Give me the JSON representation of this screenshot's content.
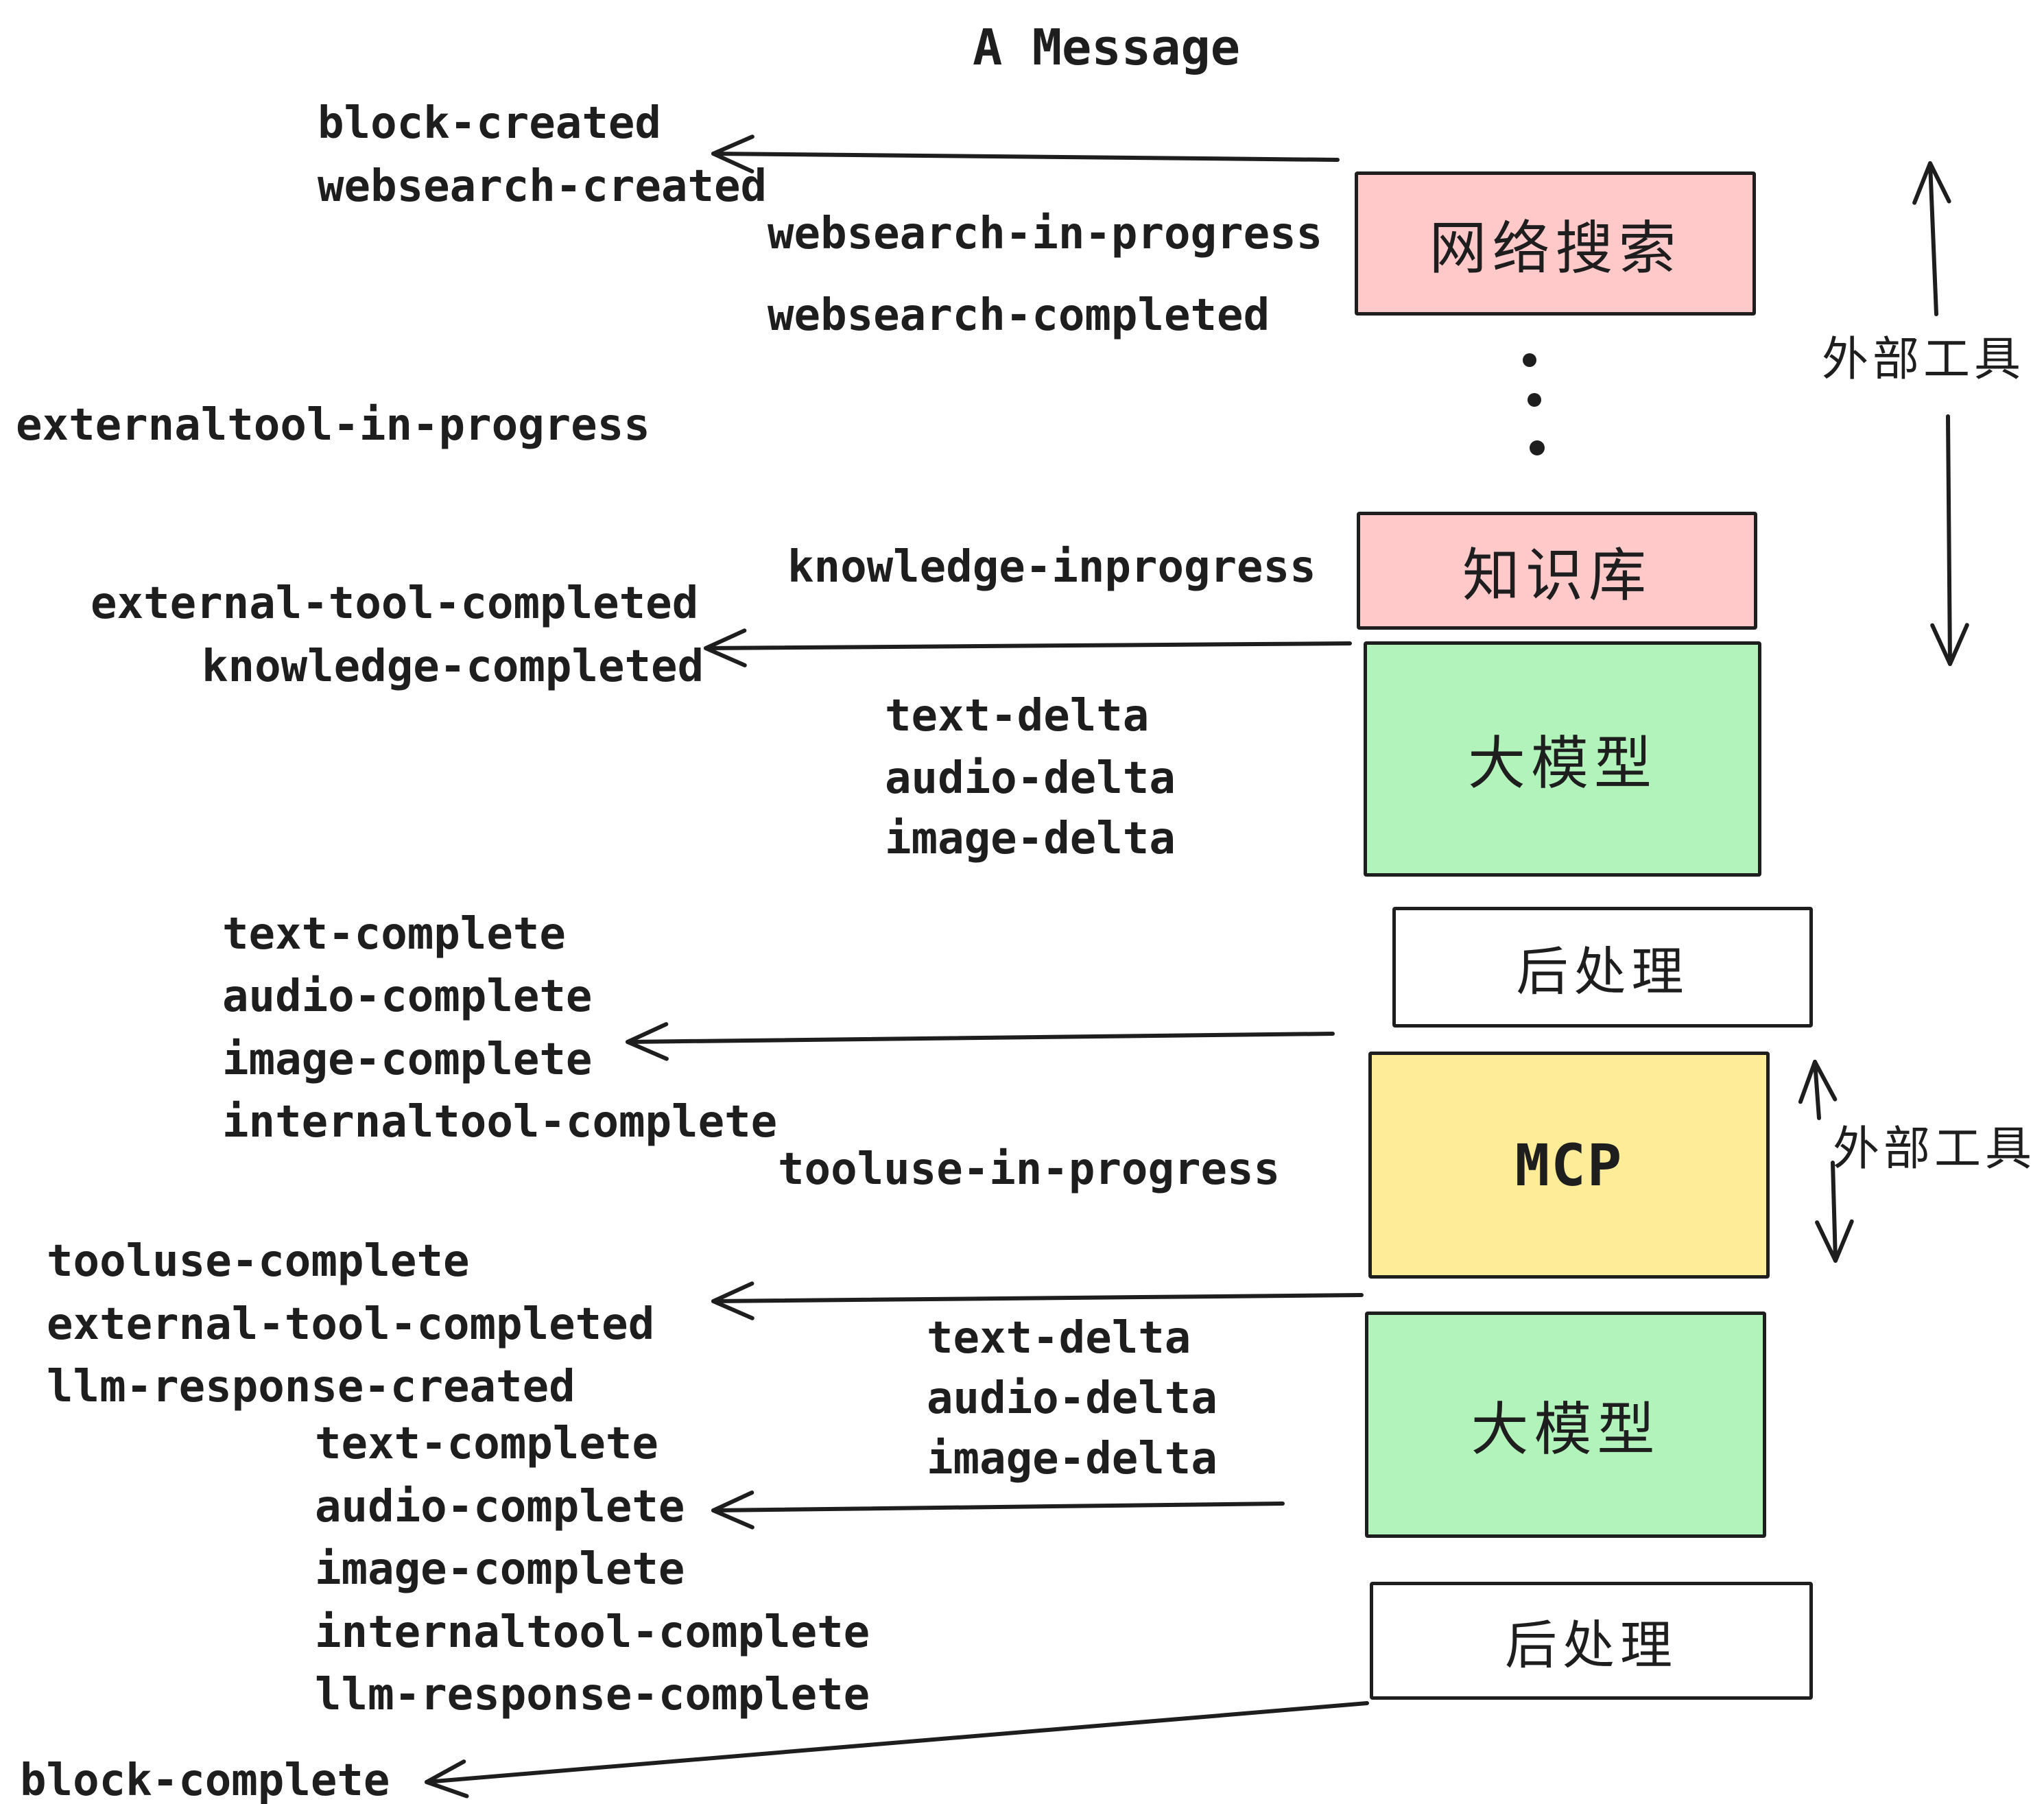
{
  "title": "A Message",
  "colors": {
    "pink": "#ffc9c9",
    "green": "#b2f2bb",
    "yellow": "#ffec99",
    "white": "#ffffff",
    "stroke": "#1e1e1e"
  },
  "boxes": [
    {
      "id": "websearch",
      "label": "网络搜索",
      "color": "#ffc9c9"
    },
    {
      "id": "knowledge",
      "label": "知识库",
      "color": "#ffc9c9"
    },
    {
      "id": "llm1",
      "label": "大模型",
      "color": "#b2f2bb"
    },
    {
      "id": "post1",
      "label": "后处理",
      "color": "#ffffff"
    },
    {
      "id": "mcp",
      "label": "MCP",
      "color": "#ffec99"
    },
    {
      "id": "llm2",
      "label": "大模型",
      "color": "#b2f2bb"
    },
    {
      "id": "post2",
      "label": "后处理",
      "color": "#ffffff"
    }
  ],
  "side_labels": {
    "external_tools_top": "外部工具",
    "external_tools_mid": "外部工具"
  },
  "events": {
    "block_created": "block-created",
    "websearch_created": "websearch-created",
    "websearch_in_progress": "websearch-in-progress",
    "websearch_completed": "websearch-completed",
    "externaltool_in_progress": "externaltool-in-progress",
    "knowledge_inprogress": "knowledge-inprogress",
    "external_tool_completed_1": "external-tool-completed",
    "knowledge_completed": "knowledge-completed",
    "text_delta_1": "text-delta",
    "audio_delta_1": "audio-delta",
    "image_delta_1": "image-delta",
    "text_complete_1": "text-complete",
    "audio_complete_1": "audio-complete",
    "image_complete_1": "image-complete",
    "internaltool_complete_1": "internaltool-complete",
    "tooluse_in_progress": "tooluse-in-progress",
    "tooluse_complete": "tooluse-complete",
    "external_tool_completed_2": "external-tool-completed",
    "llm_response_created": "llm-response-created",
    "text_complete_2": "text-complete",
    "audio_complete_2": "audio-complete",
    "image_complete_2": "image-complete",
    "internaltool_complete_2": "internaltool-complete",
    "llm_response_complete": "llm-response-complete",
    "block_complete": "block-complete"
  }
}
